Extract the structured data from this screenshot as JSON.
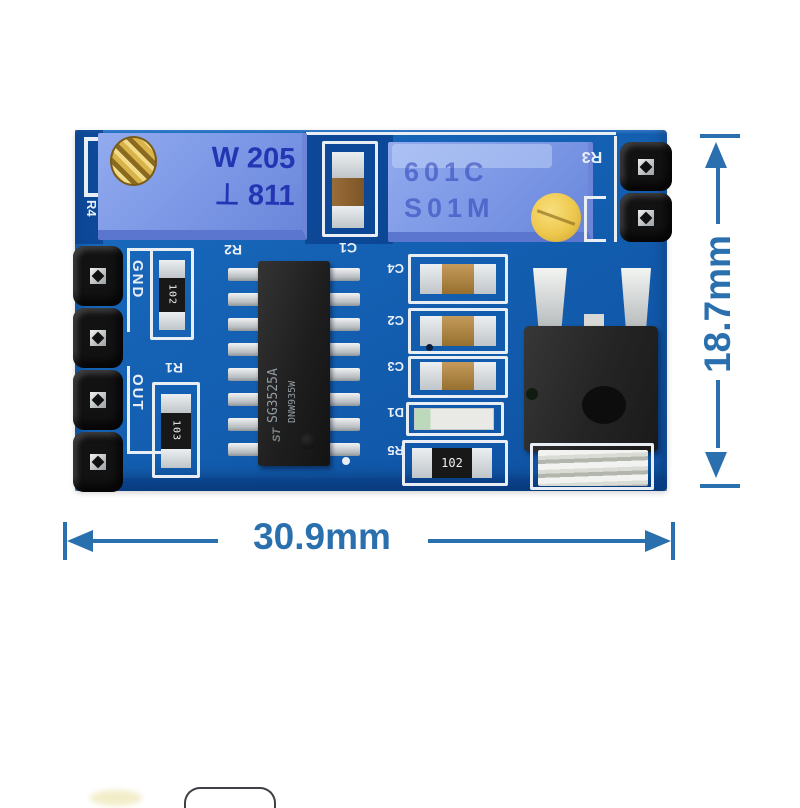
{
  "image_type": "product photo of PWM controller PCB module with dimension callouts",
  "module": {
    "labels": {
      "r4": "R4",
      "gnd": "GND",
      "out": "OUT",
      "r2": "R2",
      "r1": "R1",
      "c1": "C1",
      "c4": "C4",
      "c2": "C2",
      "c3": "C3",
      "d1": "D1",
      "r5": "R5",
      "r3": "R3"
    },
    "trimmer_left": {
      "line1": "W 205",
      "line2": "⊥ 811"
    },
    "trimmer_right": {
      "line1": "601C",
      "line2": "S01M"
    },
    "ic": {
      "line1": "SG3525A",
      "line2": "DNW935W",
      "logo": "ST"
    },
    "resistors": {
      "r2": "102",
      "r1": "103",
      "r5": "102"
    }
  },
  "dims": {
    "width": "30.9mm",
    "height": "18.7mm"
  },
  "colors": {
    "board_blue": "#1460b2",
    "board_dark_blue": "#0a3f8c",
    "trimmer_blue": "#7b97e5",
    "trimmer_text_blue": "#2335b2",
    "silkscreen_white": "#e9eef5",
    "dimension_blue": "#2b70ae",
    "screw_gold": "#d9b44a",
    "screw_yellow": "#eec84d",
    "header_black": "#121212"
  }
}
